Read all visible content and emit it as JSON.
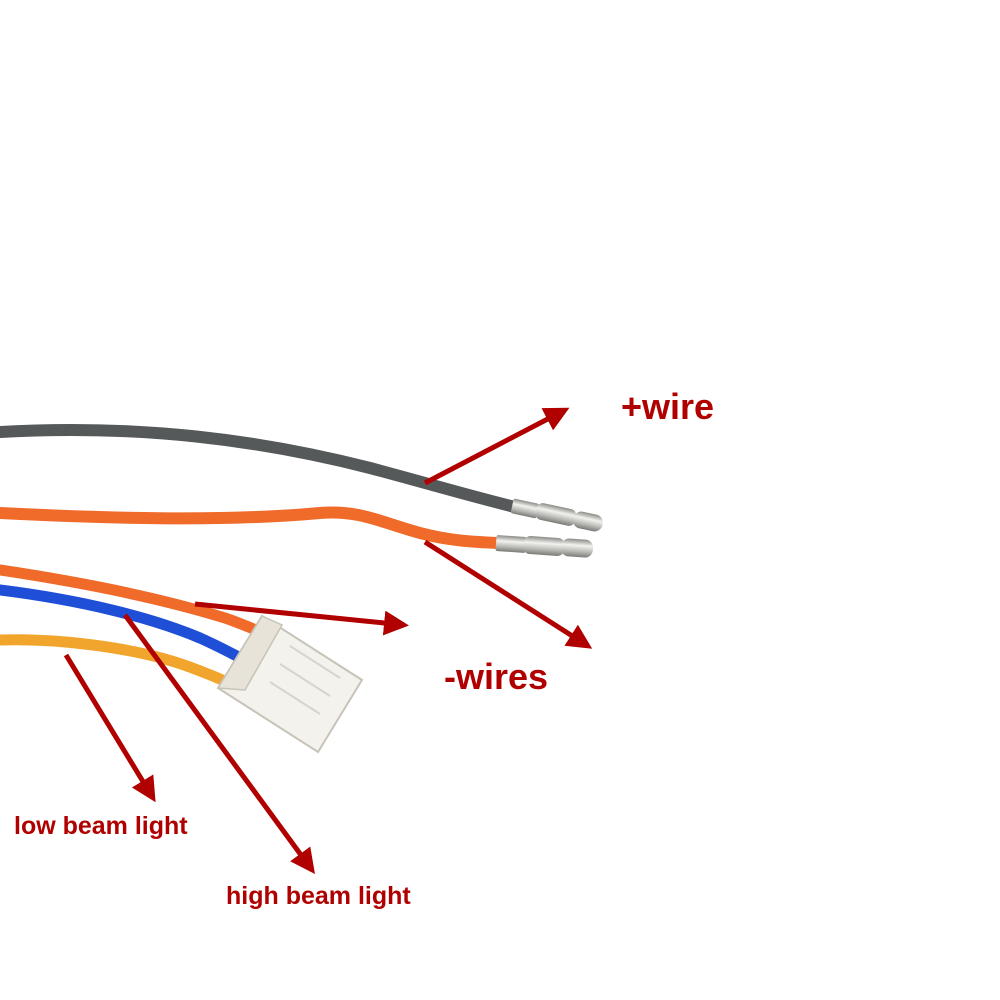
{
  "labels": {
    "positive_wire": "+wire",
    "negative_wires": "-wires",
    "low_beam": "low beam light",
    "high_beam": "high beam light"
  },
  "colors": {
    "label_text": "#b00000",
    "arrow": "#b00000",
    "grey_wire": "#55595a",
    "orange_wire": "#f06a2a",
    "blue_wire": "#1f4fd6",
    "yellow_wire": "#f2a52c",
    "connector": "#f3f1ea",
    "terminal": "#c9c9c5"
  }
}
